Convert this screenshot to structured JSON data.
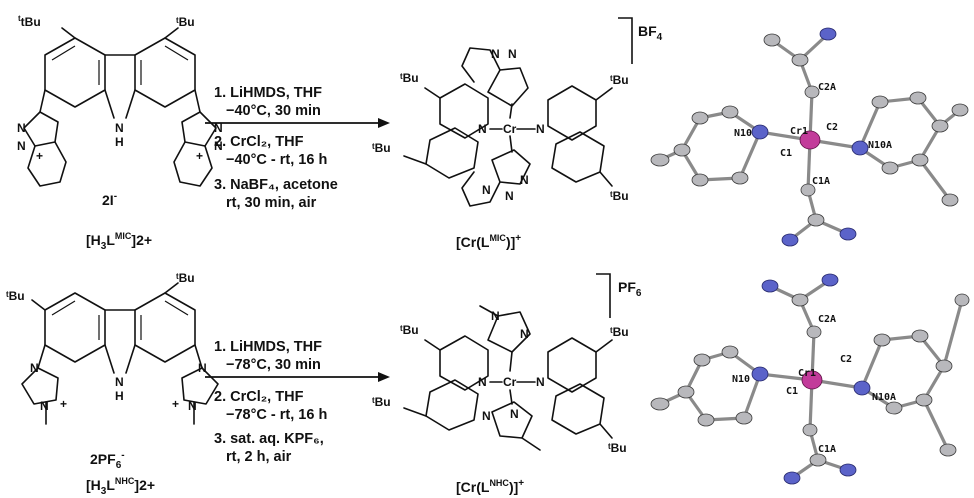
{
  "rows": [
    {
      "ligand": {
        "name": "[H3LMIC]2+",
        "name_main": "[H",
        "name_sub": "3",
        "name_L": "L",
        "name_sup": "MIC",
        "name_charge": "]2+",
        "counterion": "2I",
        "counterion_sup": "-",
        "tbu": "tBu",
        "nh": "N",
        "h": "H",
        "n_label": "N",
        "plus": "+"
      },
      "steps": [
        "1. LiHMDS, THF",
        "−40°C, 30 min",
        "2. CrCl₂, THF",
        "−40°C - rt, 16 h",
        "3. NaBF₄, acetone",
        "rt, 30 min, air"
      ],
      "complex": {
        "name_main": "[Cr(L",
        "name_sup": "MIC",
        "name_end": ")]",
        "name_charge": "+",
        "anion": "BF",
        "anion_sub": "4",
        "metal": "Cr"
      },
      "xray_labels": [
        "C2A",
        "N10",
        "Cr1",
        "C2",
        "C1",
        "N10A",
        "C1A"
      ]
    },
    {
      "ligand": {
        "name_main": "[H",
        "name_sub": "3",
        "name_L": "L",
        "name_sup": "NHC",
        "name_charge": "]2+",
        "counterion": "2PF",
        "counterion_sub": "6",
        "counterion_sup": "-",
        "tbu": "tBu",
        "nh": "N",
        "h": "H",
        "n_label": "N",
        "plus": "+"
      },
      "steps": [
        "1. LiHMDS, THF",
        "−78°C, 30 min",
        "2. CrCl₂, THF",
        "−78°C - rt, 16 h",
        "3. sat. aq. KPF₆,",
        "rt, 2 h, air"
      ],
      "complex": {
        "name_main": "[Cr(L",
        "name_sup": "NHC",
        "name_end": ")]",
        "name_charge": "+",
        "anion": "PF",
        "anion_sub": "6",
        "metal": "Cr"
      },
      "xray_labels": [
        "C2A",
        "C2",
        "N10",
        "Cr1",
        "C1",
        "N10A",
        "C1A"
      ]
    }
  ]
}
